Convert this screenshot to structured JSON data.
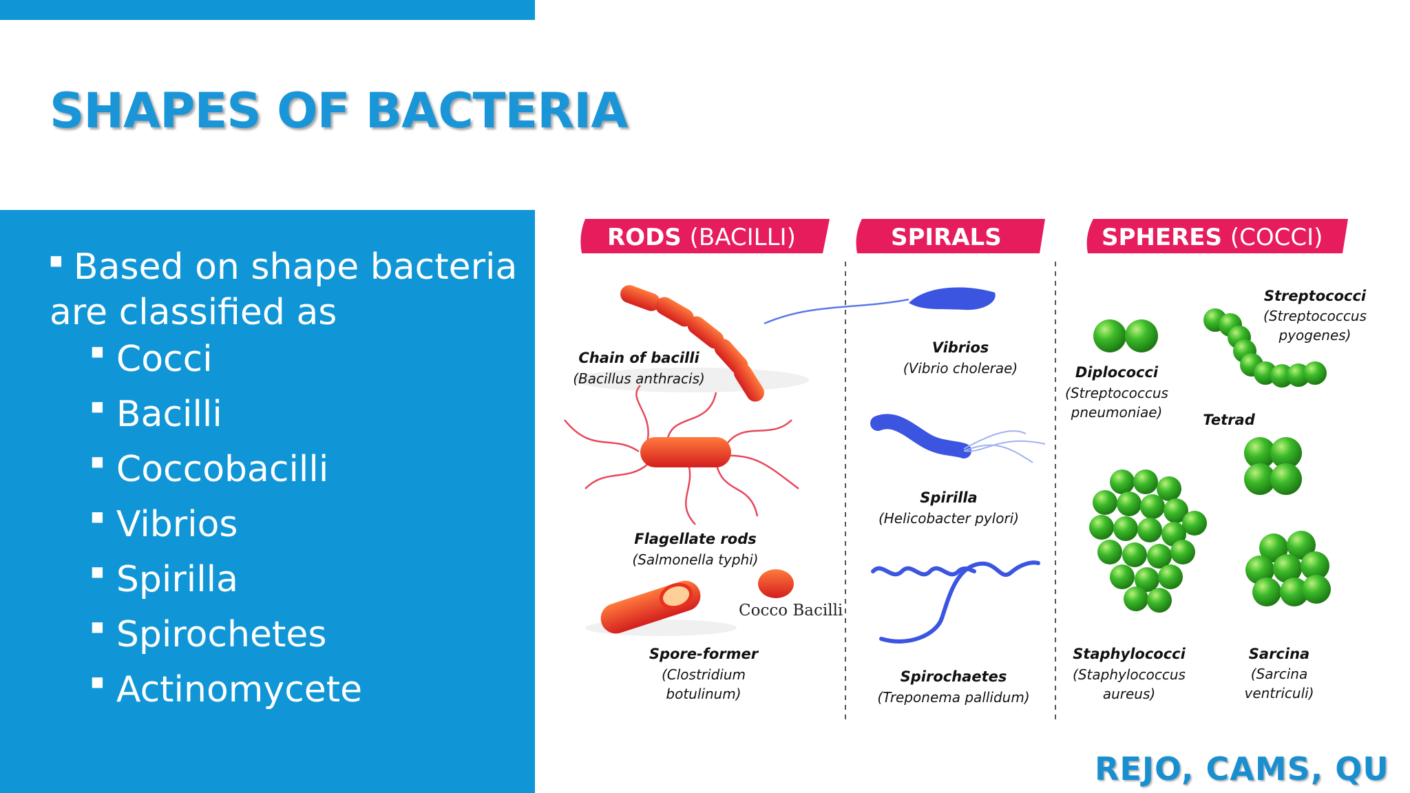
{
  "slide": {
    "title": "SHAPES OF BACTERIA",
    "intro": "Based on shape bacteria are classified as",
    "types": [
      "Cocci",
      "Bacilli",
      "Coccobacilli",
      "Vibrios",
      "Spirilla",
      "Spirochetes",
      "Actinomycete"
    ],
    "credit": "REJO, CAMS, QU"
  },
  "figure": {
    "headers": {
      "rods": {
        "main": "RODS",
        "paren": "(BACILLI)"
      },
      "spirals": {
        "main": "SPIRALS",
        "paren": ""
      },
      "spheres": {
        "main": "SPHERES",
        "paren": "(COCCI)"
      }
    },
    "labels": {
      "chain_name": "Chain of bacilli",
      "chain_species": "(Bacillus anthracis)",
      "flag_name": "Flagellate rods",
      "flag_species": "(Salmonella typhi)",
      "spore_name": "Spore-former",
      "spore_species_1": "(Clostridium",
      "spore_species_2": "botulinum)",
      "cocco": "Cocco Bacilli",
      "vibrio_name": "Vibrios",
      "vibrio_species": "(Vibrio cholerae)",
      "spirilla_name": "Spirilla",
      "spirilla_species": "(Helicobacter pylori)",
      "spirochaete_name": "Spirochaetes",
      "spirochaete_species": "(Treponema pallidum)",
      "strep_name": "Streptococci",
      "strep_species_1": "(Streptococcus",
      "strep_species_2": "pyogenes)",
      "diplo_name": "Diplococci",
      "diplo_species_1": "(Streptococcus",
      "diplo_species_2": "pneumoniae)",
      "tetrad_name": "Tetrad",
      "staph_name": "Staphylococci",
      "staph_species_1": "(Staphylococcus",
      "staph_species_2": "aureus)",
      "sarcina_name": "Sarcina",
      "sarcina_species_1": "(Sarcina",
      "sarcina_species_2": "ventriculi)"
    }
  },
  "colors": {
    "accent_blue": "#1096d6",
    "header_pink": "#e61c5c",
    "rod_red": "#e8321e",
    "spiral_blue": "#3b55e0",
    "cocci_green": "#3cba2a"
  }
}
